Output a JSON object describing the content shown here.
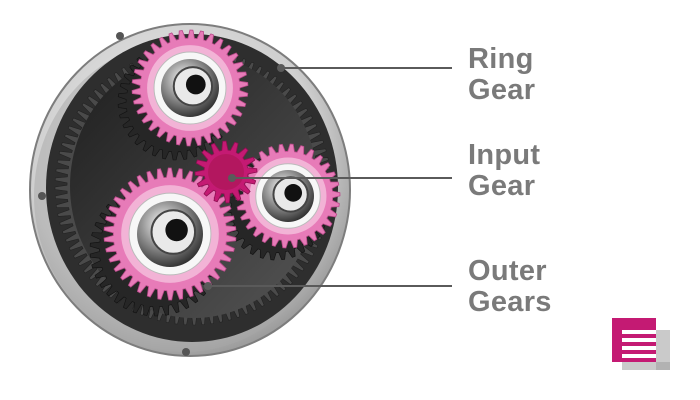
{
  "labels": {
    "ring": [
      "Ring",
      "Gear"
    ],
    "input": [
      "Input",
      "Gear"
    ],
    "outer": [
      "Outer",
      "Gears"
    ]
  },
  "colors": {
    "label_text": "#7a7a7a",
    "leader_line": "#5a5a5a",
    "planet_gear": "#e77bb8",
    "sun_gear": "#c41a73",
    "ring_metal": "#3a3a3a",
    "housing": "#bdbdbd",
    "logo_accent": "#c41a73"
  },
  "icons": {
    "logo": "brand-logo-icon"
  }
}
